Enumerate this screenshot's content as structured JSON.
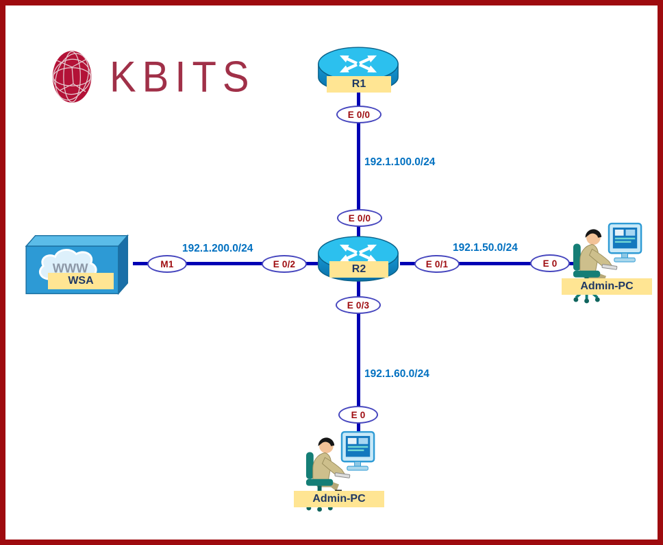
{
  "logo": {
    "text": "KBITS"
  },
  "devices": {
    "r1": {
      "label": "R1",
      "type": "router"
    },
    "r2": {
      "label": "R2",
      "type": "router"
    },
    "wsa": {
      "label": "WSA",
      "type": "web-security-appliance",
      "cloud_text": "WWW"
    },
    "admin_pc_right": {
      "label": "Admin-PC",
      "type": "pc-user"
    },
    "admin_pc_bottom": {
      "label": "Admin-PC",
      "type": "pc-user"
    }
  },
  "interfaces": {
    "r1_e0_0": {
      "label": "E 0/0"
    },
    "r2_e0_0": {
      "label": "E 0/0"
    },
    "r2_e0_1": {
      "label": "E 0/1"
    },
    "r2_e0_2": {
      "label": "E 0/2"
    },
    "r2_e0_3": {
      "label": "E 0/3"
    },
    "wsa_m1": {
      "label": "M1"
    },
    "pc_right_e0": {
      "label": "E 0"
    },
    "pc_bottom_e0": {
      "label": "E 0"
    }
  },
  "networks": {
    "r1_r2": {
      "label": "192.1.100.0/24"
    },
    "wsa_r2": {
      "label": "192.1.200.0/24"
    },
    "r2_pc_right": {
      "label": "192.1.50.0/24"
    },
    "r2_pc_bottom": {
      "label": "192.1.60.0/24"
    }
  },
  "colors": {
    "frame_border": "#9E0B0F",
    "link": "#0000B4",
    "network_label": "#0070C0",
    "interface_text": "#9E0B0F",
    "interface_border": "#4646BE",
    "device_label_bg": "#FFE593",
    "device_label_text": "#1F3864",
    "logo": "#A03048"
  }
}
